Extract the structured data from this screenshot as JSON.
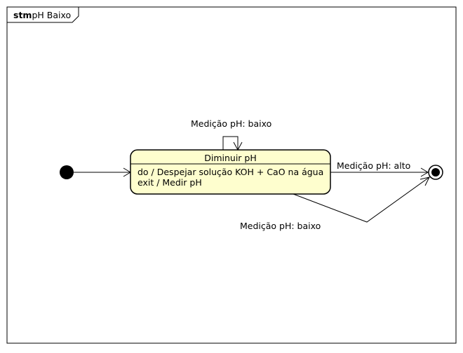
{
  "frame": {
    "keyword": "stm",
    "name": "pH Baixo"
  },
  "state": {
    "name": "Diminuir pH",
    "do_action": "do / Despejar solução KOH + CaO na água",
    "exit_action": "exit / Medir pH",
    "fill_color": "#FEFECE"
  },
  "transitions": {
    "self_loop_label": "Medição pH: baixo",
    "to_final_label": "Medição pH: alto",
    "lower_label": "Medição pH: baixo"
  },
  "colors": {
    "line": "#000000",
    "background": "#FFFFFF"
  }
}
